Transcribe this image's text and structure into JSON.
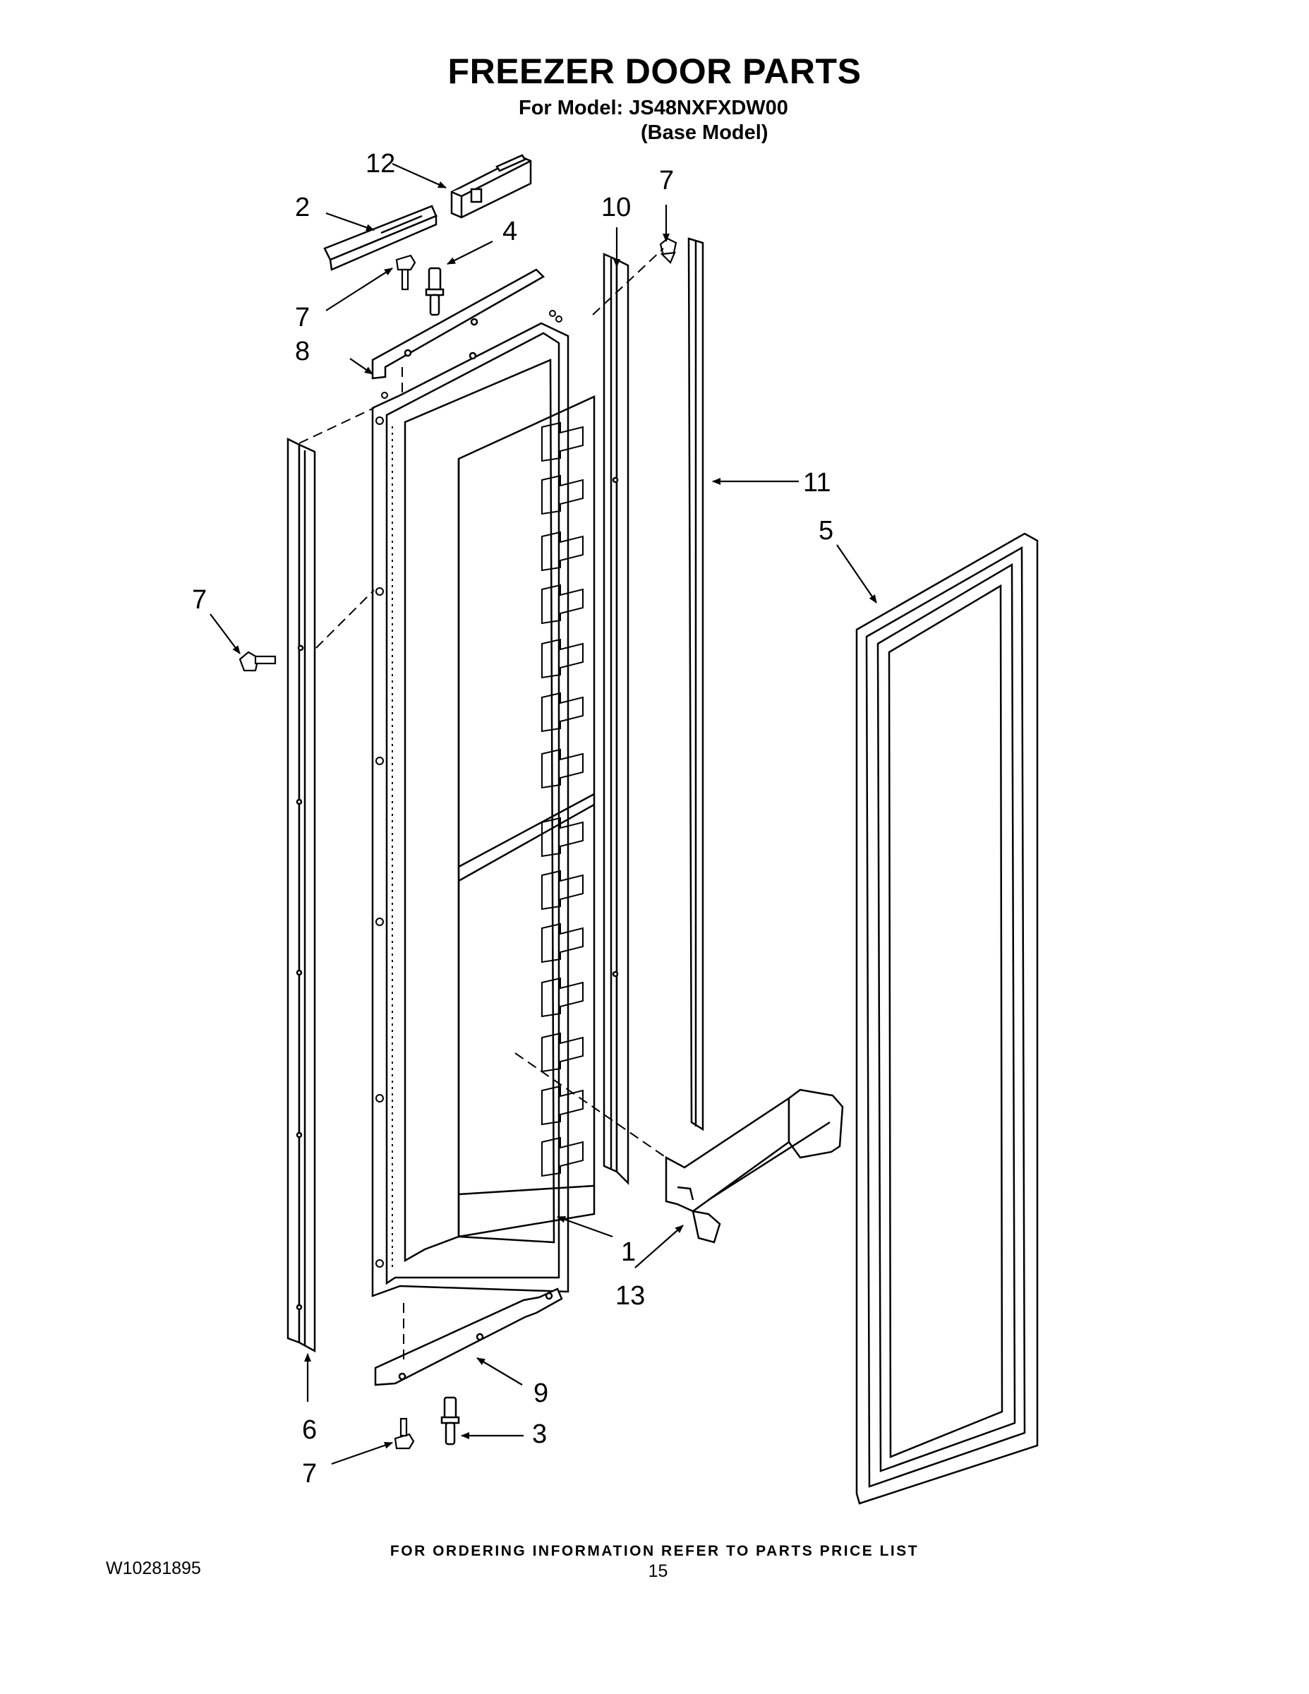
{
  "header": {
    "title": "FREEZER DOOR PARTS",
    "model_line": "For Model: JS48NXFXDW00",
    "model_note": "(Base Model)"
  },
  "callouts": [
    "1",
    "2",
    "3",
    "4",
    "5",
    "6",
    "7",
    "8",
    "9",
    "10",
    "11",
    "12",
    "13"
  ],
  "footer": {
    "ordering_note": "FOR ORDERING INFORMATION REFER TO PARTS PRICE LIST",
    "document_number": "W10281895",
    "page_number": "15"
  }
}
